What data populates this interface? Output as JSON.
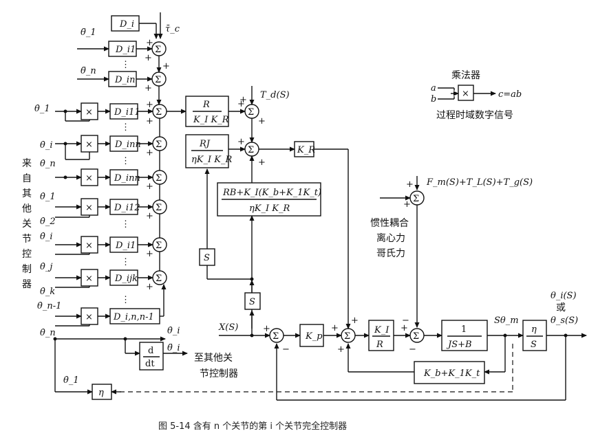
{
  "caption": "图 5-14   含有 n 个关节的第 i 个关节完全控制器",
  "legend": {
    "title": "乘法器",
    "in_a": "a",
    "in_b": "b",
    "out": "c=ab",
    "subtitle": "过程时域数字信号"
  },
  "side_label": "来自其他关节控制器",
  "to_other_label": [
    "至其他关",
    "节控制器"
  ],
  "disturbance_label": [
    "惯性耦合",
    "离心力",
    "哥氏力"
  ],
  "disturbance_sum": "F_m(S)+T_L(S)+T_g(S)",
  "td_label": "T_d(S)",
  "input_label": "X(S)",
  "output_label_1": "θ_i(S)",
  "output_or": "或",
  "output_label_2": "θ_s(S)",
  "s_theta_label": "Sθ_m",
  "blocks": {
    "Di": "D_i",
    "Di1": "D_i1",
    "Din": "D_in",
    "Di11": "D_i11",
    "Dinn_a": "D_inn",
    "Dinnn": "D_inn",
    "Di12": "D_i12",
    "Di1b": "D_i1",
    "Dijk": "D_ijk",
    "Dinn1": "D_i,n,n-1",
    "R_over_KIKR": [
      "R",
      "K_I K_R"
    ],
    "RJ_over": [
      "RJ",
      "ηK_I K_R"
    ],
    "KR": "K_R",
    "big_fraction": [
      "RB+K_I(K_b+K_1K_t)",
      "ηK_I K_R"
    ],
    "S1": "S",
    "S2": "S",
    "Kp": "K_p",
    "KI_over_R": [
      "K_I",
      "R"
    ],
    "plant": [
      "1",
      "JS+B"
    ],
    "eta_over_S": [
      "η",
      "S"
    ],
    "ddt": [
      "d",
      "dt"
    ],
    "feedback": "K_b+K_1K_t",
    "eta": "η"
  },
  "multiplier_symbol": "×",
  "sum_symbol": "Σ",
  "left_inputs": [
    "θ̈_1",
    "θ̈_n",
    "θ̇_1",
    "θ̇_i",
    "θ̇_n",
    "θ̇_1",
    "θ̇_2",
    "θ̇_i",
    "θ̇_j",
    "θ̇_k",
    "θ̇_n-1",
    "θ̇_n"
  ],
  "tau_label": "τ̄_c",
  "right_signals": [
    "θ̇_i",
    "θ̈_i"
  ],
  "bottom_theta": "θ̇_1"
}
